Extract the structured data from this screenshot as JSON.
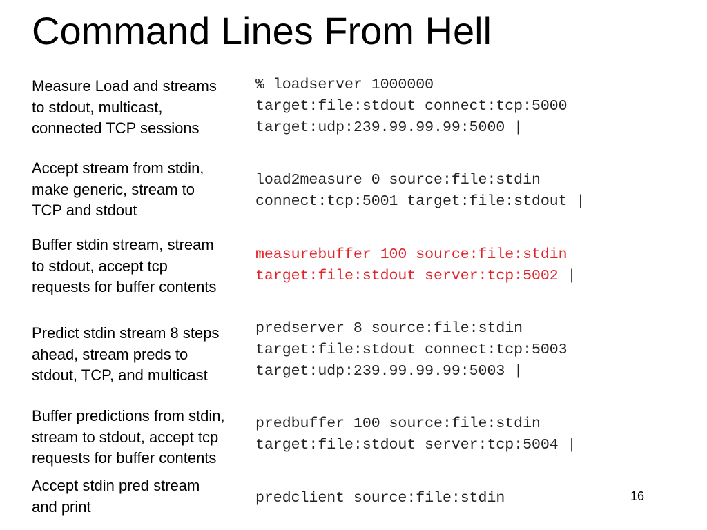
{
  "slide": {
    "title": "Command Lines From Hell",
    "page_number": "16",
    "colors": {
      "highlight": "#e2232a",
      "command_text": "#222222"
    }
  },
  "rows": [
    {
      "description": [
        "Measure Load and streams",
        "to stdout, multicast,",
        "connected TCP sessions"
      ],
      "command": [
        "% loadserver 1000000",
        "target:file:stdout connect:tcp:5000",
        "target:udp:239.99.99.99:5000 |"
      ]
    },
    {
      "description": [
        "Accept stream from stdin,",
        "make generic, stream to",
        "TCP and stdout"
      ],
      "command": [
        "load2measure 0 source:file:stdin",
        "connect:tcp:5001 target:file:stdout |"
      ]
    },
    {
      "description": [
        "Buffer stdin stream, stream",
        "to stdout, accept tcp",
        "requests for buffer contents"
      ],
      "command": [
        {
          "red": "measurebuffer 100 source:file:stdin",
          "plain": ""
        },
        {
          "red": "target:file:stdout server:tcp:5002",
          "plain": " |"
        }
      ]
    },
    {
      "description": [
        "Predict stdin stream 8 steps",
        "ahead, stream preds to",
        "stdout, TCP, and multicast"
      ],
      "command": [
        "predserver 8 source:file:stdin",
        "target:file:stdout connect:tcp:5003",
        "target:udp:239.99.99.99:5003 |"
      ]
    },
    {
      "description": [
        "Buffer predictions from stdin,",
        "stream to stdout, accept tcp",
        "requests for buffer contents"
      ],
      "command": [
        "predbuffer 100 source:file:stdin",
        "target:file:stdout server:tcp:5004 |"
      ]
    },
    {
      "description": [
        "Accept stdin pred stream",
        "and print"
      ],
      "command": [
        "predclient source:file:stdin"
      ]
    }
  ]
}
